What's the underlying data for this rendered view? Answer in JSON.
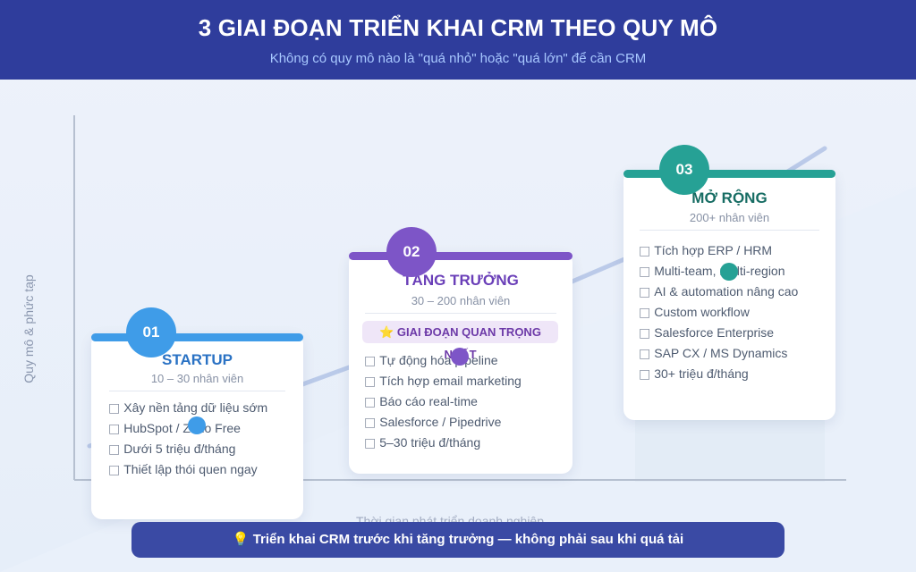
{
  "header": {
    "title": "3 GIAI ĐOẠN TRIỂN KHAI CRM THEO QUY MÔ",
    "subtitle": "Không có quy mô nào là \"quá nhỏ\" hoặc \"quá lớn\" để cần CRM"
  },
  "axes": {
    "y_label": "Quy mô & phức tạp",
    "x_label": "Thời gian phát triển doanh nghiệp"
  },
  "colors": {
    "header": "#2f3d9c",
    "stage1": "#3f9ce8",
    "stage2": "#7d55c7",
    "stage3": "#26a195",
    "banner": "#3a4aa4"
  },
  "stages": [
    {
      "number": "01",
      "title": "STARTUP",
      "size": "10 – 30 nhân viên",
      "items": [
        "Xây nền tảng dữ liệu sớm",
        "HubSpot / Zoho Free",
        "Dưới 5 triệu đ/tháng",
        "Thiết lập thói quen ngay"
      ]
    },
    {
      "number": "02",
      "title": "TĂNG TRƯỞNG",
      "size": "30 – 200 nhân viên",
      "highlight": "GIAI ĐOẠN QUAN TRỌNG NHẤT",
      "items": [
        "Tự động hóa pipeline",
        "Tích hợp email marketing",
        "Báo cáo real-time",
        "Salesforce / Pipedrive",
        "5–30 triệu đ/tháng"
      ]
    },
    {
      "number": "03",
      "title": "MỞ RỘNG",
      "size": "200+ nhân viên",
      "items": [
        "Tích hợp ERP / HRM",
        "Multi-team, multi-region",
        "AI & automation nâng cao",
        "Custom workflow",
        "Salesforce Enterprise",
        "SAP CX / MS Dynamics",
        "30+ triệu đ/tháng"
      ]
    }
  ],
  "icons": {
    "checkbox": "□",
    "bulb": "💡",
    "star": "⭐"
  },
  "banner": {
    "text": "Triển khai CRM trước khi tăng trưởng — không phải sau khi quá tải"
  }
}
